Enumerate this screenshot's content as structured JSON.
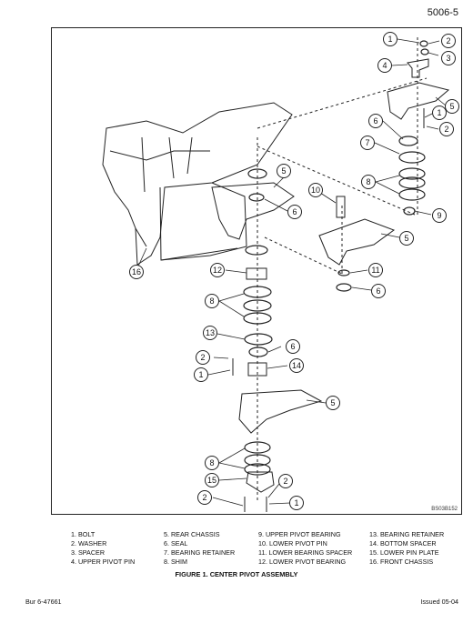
{
  "page_number": "5006-5",
  "drawing_code": "BS03B152",
  "callout_numbers": [
    "1",
    "2",
    "3",
    "4",
    "5",
    "6",
    "7",
    "8",
    "9",
    "10",
    "11",
    "12",
    "13",
    "14",
    "15",
    "16"
  ],
  "legend": [
    [
      "1. BOLT",
      "2. WASHER",
      "3. SPACER",
      "4. UPPER PIVOT PIN"
    ],
    [
      "5. REAR CHASSIS",
      "6. SEAL",
      "7. BEARING RETAINER",
      "8. SHIM"
    ],
    [
      "9. UPPER PIVOT BEARING",
      "10. LOWER PIVOT PIN",
      "11. LOWER BEARING SPACER",
      "12. LOWER PIVOT BEARING"
    ],
    [
      "13. BEARING RETAINER",
      "14. BOTTOM SPACER",
      "15. LOWER PIN PLATE",
      "16. FRONT CHASSIS"
    ]
  ],
  "figure_caption": "FIGURE 1. CENTER PIVOT ASSEMBLY",
  "footer": {
    "left": "Bur 6-47661",
    "right": "Issued 05-04"
  }
}
